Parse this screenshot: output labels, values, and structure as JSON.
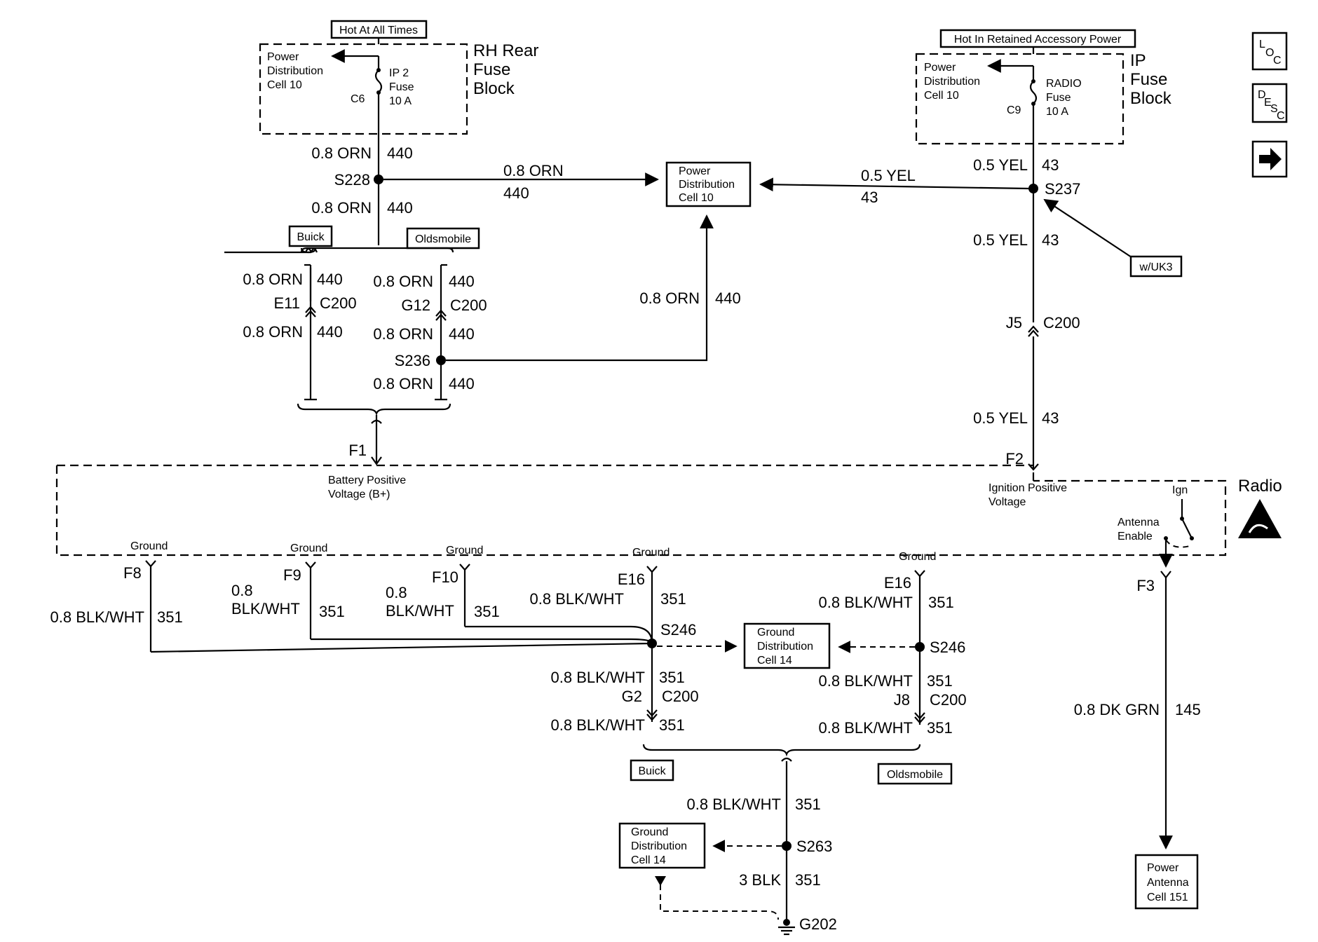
{
  "nav": {
    "loc_label": "LOC",
    "desc_label": "DESC",
    "next_icon": "right-arrow-icon"
  },
  "fuse_blocks": {
    "rh_rear": {
      "hot_label": "Hot At All Times",
      "name_line1": "RH Rear",
      "name_line2": "Fuse",
      "name_line3": "Block",
      "ref_line1": "Power",
      "ref_line2": "Distribution",
      "ref_line3": "Cell 10",
      "fuse_line1": "IP 2",
      "fuse_line2": "Fuse",
      "fuse_line3": "10 A",
      "connector": "C6"
    },
    "ip": {
      "hot_label": "Hot In Retained Accessory Power",
      "name_line1": "IP",
      "name_line2": "Fuse",
      "name_line3": "Block",
      "ref_line1": "Power",
      "ref_line2": "Distribution",
      "ref_line3": "Cell 10",
      "fuse_line1": "RADIO",
      "fuse_line2": "Fuse",
      "fuse_line3": "10 A",
      "connector": "C9"
    }
  },
  "boxes": {
    "power_dist_center": {
      "line1": "Power",
      "line2": "Distribution",
      "line3": "Cell 10"
    },
    "ground_dist_mid": {
      "line1": "Ground",
      "line2": "Distribution",
      "line3": "Cell 14"
    },
    "ground_dist_bottom": {
      "line1": "Ground",
      "line2": "Distribution",
      "line3": "Cell 14"
    },
    "power_antenna": {
      "line1": "Power",
      "line2": "Antenna",
      "line3": "Cell 151"
    },
    "w_uk3": "w/UK3"
  },
  "variants": {
    "buick_top": "Buick",
    "olds_top": "Oldsmobile",
    "buick_bottom": "Buick",
    "olds_bottom": "Oldsmobile"
  },
  "wires": {
    "orn": "0.8 ORN",
    "c440": "440",
    "yel": "0.5 YEL",
    "c43": "43",
    "blkwht": "0.8 BLK/WHT",
    "blkwht_a": "0.8",
    "blkwht_b": "BLK/WHT",
    "c351": "351",
    "blk3": "3 BLK",
    "dkgrn": "0.8 DK GRN",
    "c145": "145"
  },
  "splices": {
    "s228": "S228",
    "s236": "S236",
    "s237": "S237",
    "s246a": "S246",
    "s246b": "S246",
    "s263": "S263",
    "g202": "G202"
  },
  "connectors": {
    "e11": "E11",
    "g12": "G12",
    "c200": "C200",
    "j5": "J5",
    "g2": "G2",
    "j8": "J8",
    "e16": "E16"
  },
  "radio": {
    "title": "Radio",
    "f1": "F1",
    "f1_desc1": "Battery Positive",
    "f1_desc2": "Voltage (B+)",
    "f2": "F2",
    "f2_desc1": "Ignition Positive",
    "f2_desc2": "Voltage",
    "ign": "Ign",
    "antenna1": "Antenna",
    "antenna2": "Enable",
    "f3": "F3",
    "ground": "Ground",
    "f8": "F8",
    "f9": "F9",
    "f10": "F10"
  }
}
